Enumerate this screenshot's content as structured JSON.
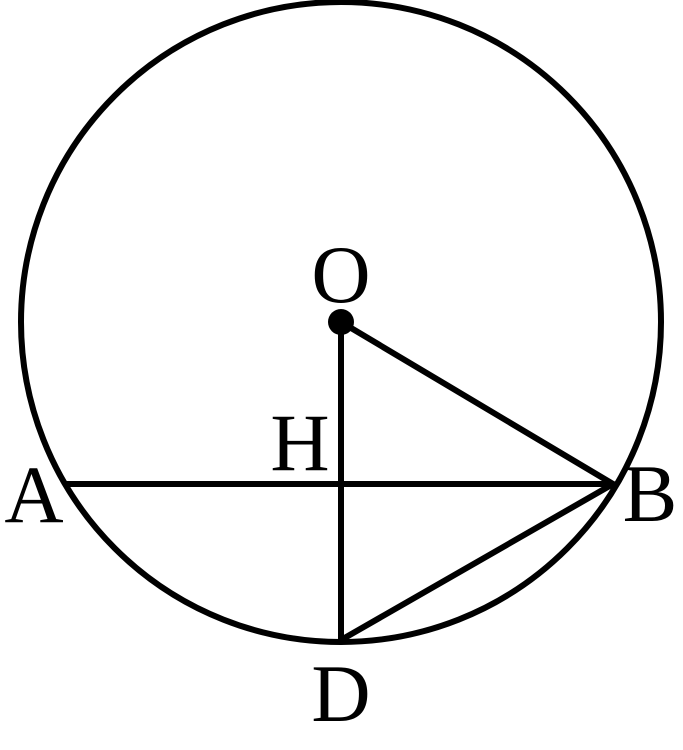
{
  "diagram": {
    "labels": {
      "O": "O",
      "H": "H",
      "A": "A",
      "B": "B",
      "D": "D"
    },
    "stroke_color": "#000000",
    "background": "#ffffff"
  }
}
